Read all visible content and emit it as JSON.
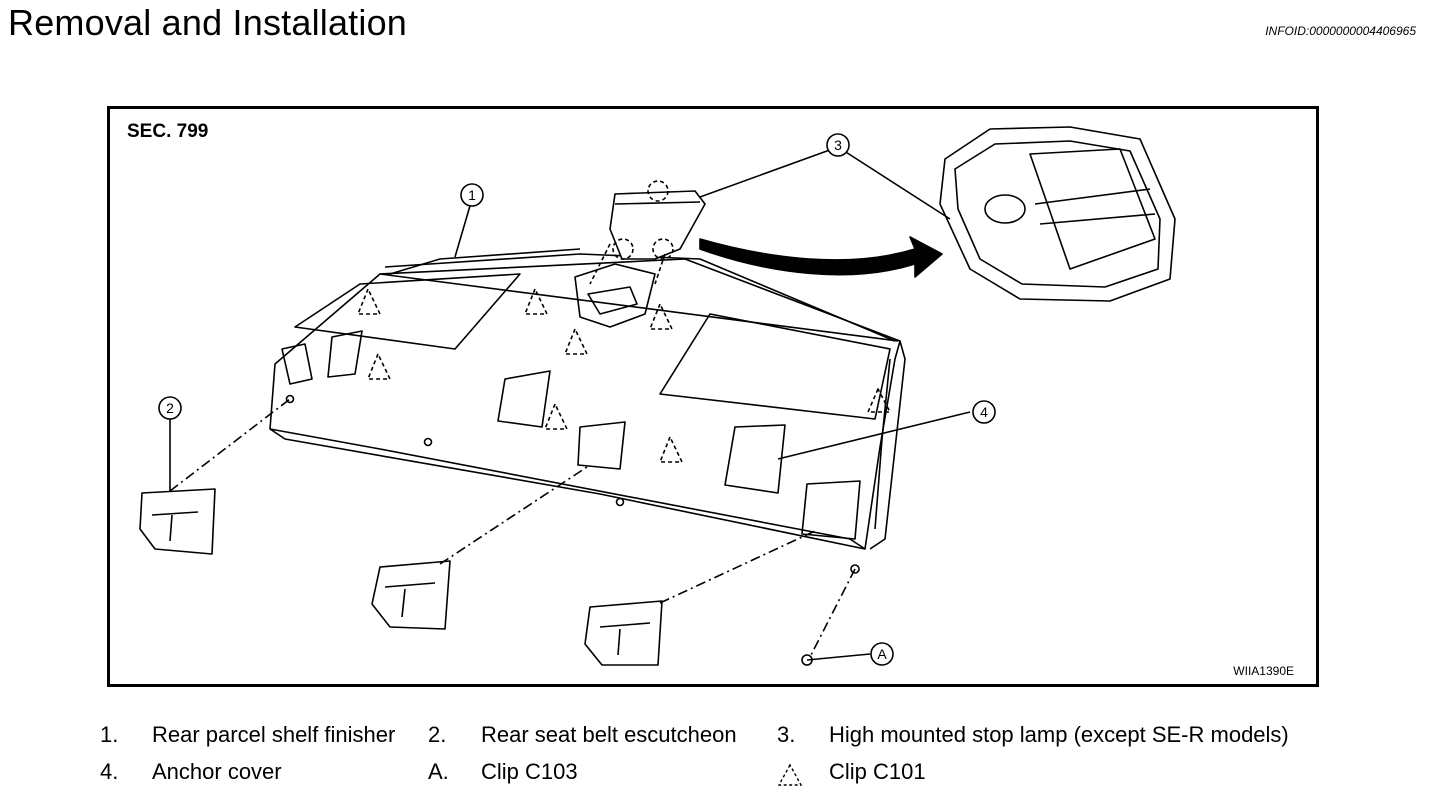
{
  "header": {
    "title": "Removal and Installation",
    "infoid": "INFOID:0000000004406965"
  },
  "figure": {
    "section": "SEC. 799",
    "code": "WIIA1390E",
    "callouts": [
      "1",
      "2",
      "3",
      "4",
      "A"
    ]
  },
  "legend": [
    {
      "num": "1.",
      "text": "Rear parcel shelf finisher"
    },
    {
      "num": "2.",
      "text": "Rear seat belt escutcheon"
    },
    {
      "num": "3.",
      "text": "High mounted stop lamp (except SE-R models)"
    },
    {
      "num": "4.",
      "text": "Anchor cover"
    },
    {
      "num": "A.",
      "text": "Clip C103"
    },
    {
      "num": "",
      "text": "Clip C101",
      "icon": "dashed-triangle-icon"
    }
  ]
}
